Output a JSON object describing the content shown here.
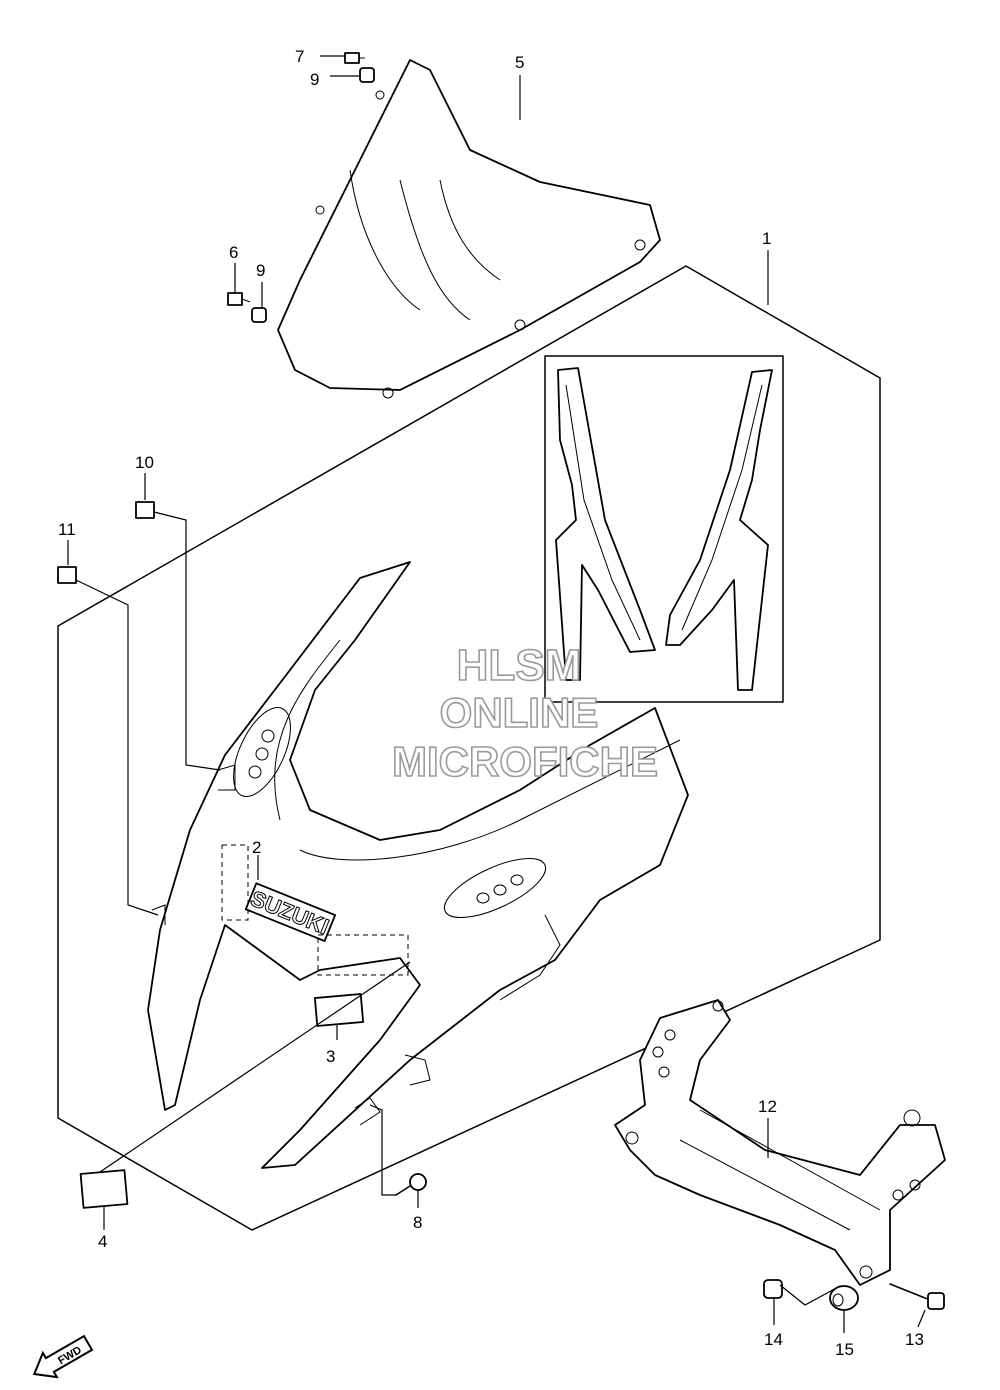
{
  "diagram": {
    "callouts": {
      "p1": "1",
      "p2": "2",
      "p3": "3",
      "p4": "4",
      "p5": "5",
      "p6": "6",
      "p7": "7",
      "p8": "8",
      "p9a": "9",
      "p9b": "9",
      "p10": "10",
      "p11": "11",
      "p12": "12",
      "p13": "13",
      "p14": "14",
      "p15": "15"
    },
    "decal_text": "SUZUKI",
    "fwd_label": "FWD",
    "watermark": {
      "line1": "HLSM",
      "line2": "ONLINE",
      "line3": "MICROFICHE"
    }
  }
}
